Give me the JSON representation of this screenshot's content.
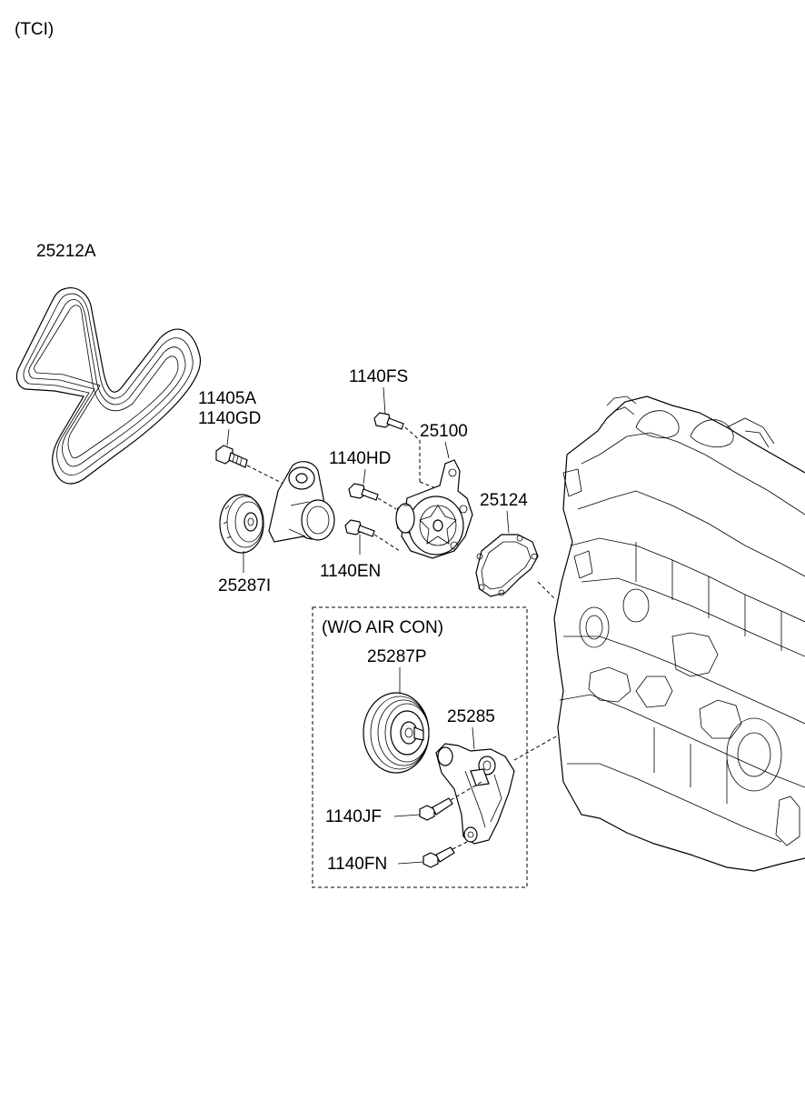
{
  "header": {
    "variant": "(TCI)"
  },
  "labels": {
    "belt": "25212A",
    "tensioner_bolt_a": "11405A",
    "tensioner_bolt_b": "1140GD",
    "idler_pulley": "25287I",
    "pump_bolt_top": "1140FS",
    "water_pump": "25100",
    "pump_bolt_mid": "1140HD",
    "pump_bolt_low": "1140EN",
    "gasket": "25124",
    "wo_air_con_title": "(W/O AIR CON)",
    "ac_idler_pulley": "25287P",
    "bracket": "25285",
    "bracket_bolt_top": "1140JF",
    "bracket_bolt_bottom": "1140FN"
  }
}
